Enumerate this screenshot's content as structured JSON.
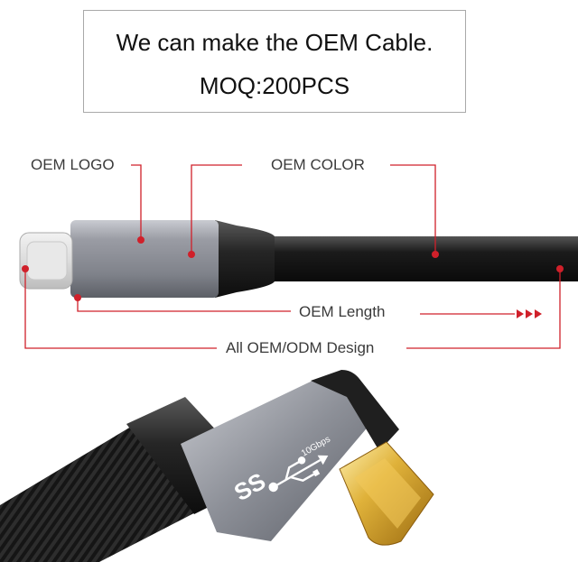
{
  "banner": {
    "line1": "We can make the OEM Cable.",
    "line2": "MOQ:200PCS"
  },
  "labels": {
    "oem_logo": "OEM LOGO",
    "oem_color": "OEM COLOR",
    "oem_length": "OEM Length",
    "oem_design": "All OEM/ODM Design"
  },
  "product_print": {
    "ss": "SS",
    "speed": "10Gbps"
  },
  "colors": {
    "annotation_red": "#d0202a",
    "cable_black": "#222222",
    "housing_grey": "#8e9098",
    "gold": "#d9a72f"
  }
}
